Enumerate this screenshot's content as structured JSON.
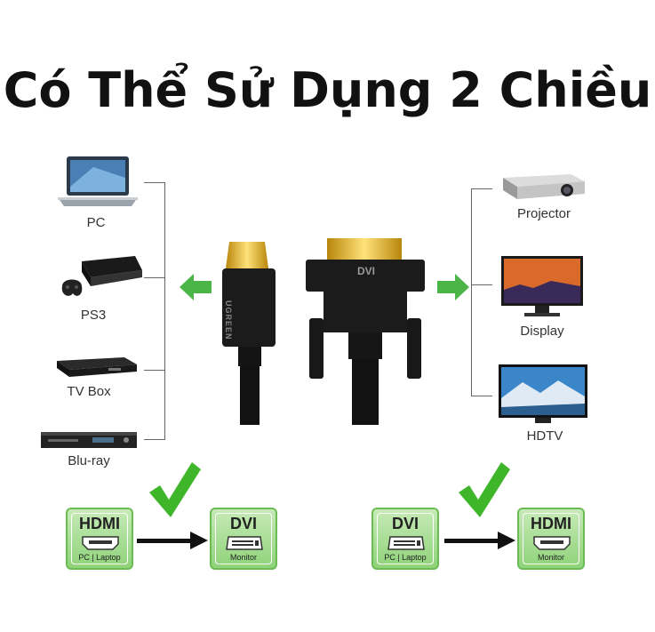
{
  "title": "Có Thể Sử Dụng 2 Chiều",
  "left_devices": [
    {
      "label": "PC",
      "icon": "laptop-icon"
    },
    {
      "label": "PS3",
      "icon": "game-console-icon"
    },
    {
      "label": "TV Box",
      "icon": "tv-box-icon"
    },
    {
      "label": "Blu-ray",
      "icon": "bluray-player-icon"
    }
  ],
  "right_devices": [
    {
      "label": "Projector",
      "icon": "projector-icon"
    },
    {
      "label": "Display",
      "icon": "monitor-icon"
    },
    {
      "label": "HDTV",
      "icon": "tv-icon"
    }
  ],
  "cable": {
    "brand": "UGREEN",
    "dvi_label": "DVI"
  },
  "left_flow": {
    "from": {
      "title": "HDMI",
      "sub": "PC | Laptop"
    },
    "to": {
      "title": "DVI",
      "sub": "Monitor"
    }
  },
  "right_flow": {
    "from": {
      "title": "DVI",
      "sub": "PC | Laptop"
    },
    "to": {
      "title": "HDMI",
      "sub": "Monitor"
    }
  },
  "colors": {
    "accent_green": "#3fb52a",
    "box_green": "#8fd37a"
  }
}
